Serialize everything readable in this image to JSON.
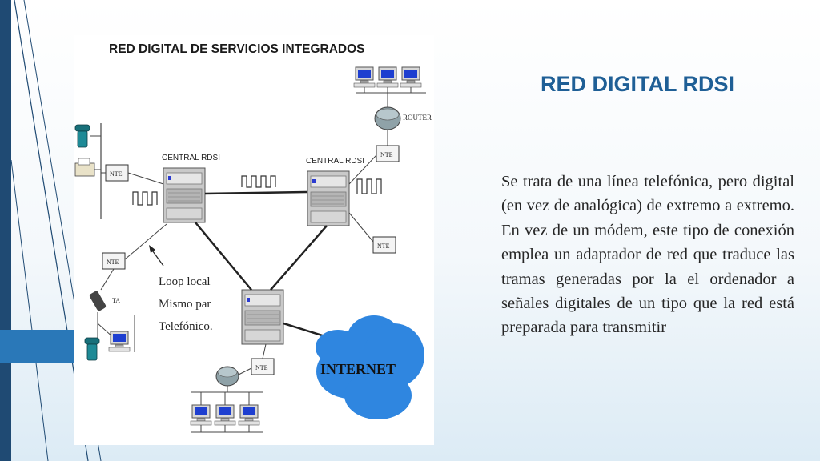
{
  "slide": {
    "title": "RED DIGITAL RDSI",
    "body": "Se trata de una línea telefónica, pero digital (en vez de analógica) de extremo a extremo. En vez de un módem, este tipo de conexión emplea un adaptador de red que traduce las tramas generadas por la el ordenador a señales digitales de un tipo que la red está preparada para transmitir"
  },
  "diagram": {
    "title": "RED DIGITAL DE SERVICIOS INTEGRADOS",
    "central_left": "CENTRAL RDSI",
    "central_right": "CENTRAL RDSI",
    "router": "ROUTER",
    "nte": "NTE",
    "ta": "TA",
    "internet": "INTERNET",
    "loop_line1": "Loop local",
    "loop_line2": "Mismo par",
    "loop_line3": "Telefónico."
  },
  "colors": {
    "title": "#1f5f96",
    "cloud": "#2f86e0",
    "left_bar": "#1f4a73",
    "left_tab": "#2a78b8"
  }
}
